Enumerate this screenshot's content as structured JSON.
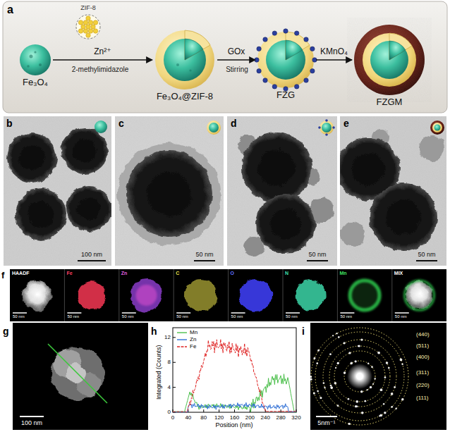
{
  "diagram": {
    "nodes": [
      {
        "text": [
          "Fe₃O₄"
        ]
      },
      {
        "text": [
          "Fe₃O₄@ZIF-8"
        ]
      },
      {
        "text": [
          "FZG"
        ]
      },
      {
        "text": [
          "FZGM"
        ]
      }
    ],
    "edges": [
      {
        "from": 0,
        "to": 1,
        "arrow": "to",
        "label": "Zn²⁺"
      },
      {
        "from": 1,
        "to": 2,
        "arrow": "to",
        "label": "GOx"
      },
      {
        "from": 2,
        "to": 3,
        "arrow": "to",
        "label": "KMnO₄"
      }
    ],
    "labels": [
      "a",
      "ZIF-8",
      "2-methylimidazole",
      "Stirring",
      "b",
      "100 nm",
      "c",
      "50 nm",
      "d",
      "50 nm",
      "e",
      "50 nm",
      "f",
      "HAADF",
      "Fe",
      "Zn",
      "C",
      "O",
      "N",
      "Mn",
      "MIX",
      "50 nm",
      "50 nm",
      "50 nm",
      "50 nm",
      "50 nm",
      "50 nm",
      "50 nm",
      "50 nm",
      "g",
      "100 nm",
      "h",
      "Integrated (Counts)",
      "Position (nm)",
      "0",
      "40",
      "80",
      "120",
      "160",
      "200",
      "240",
      "280",
      "320",
      "0",
      "4",
      "8",
      "12",
      "i",
      "5nm⁻¹",
      "(440)",
      "(511)",
      "(400)",
      "(311)",
      "(220)",
      "(111)"
    ],
    "legend": [
      {
        "text": "Mn"
      },
      {
        "text": "Zn"
      },
      {
        "text": "Fe"
      }
    ]
  }
}
